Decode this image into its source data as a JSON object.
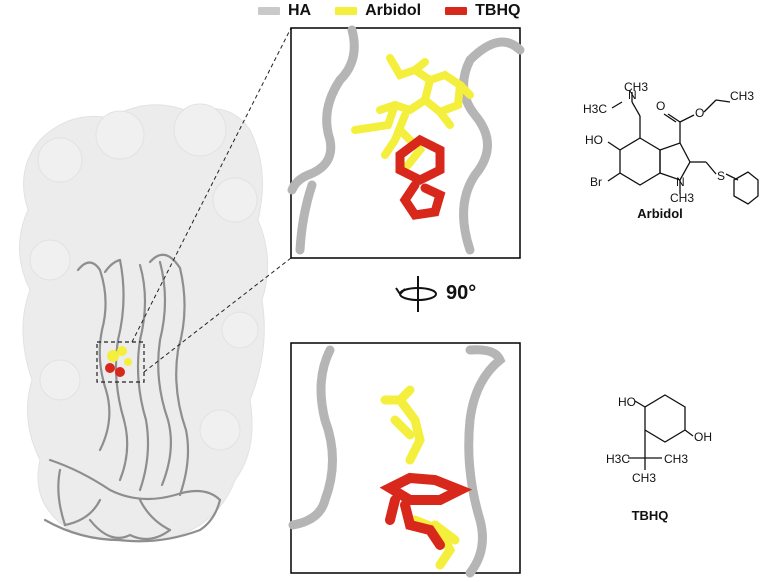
{
  "legend": [
    {
      "label": "HA",
      "color": "#c9c9c9"
    },
    {
      "label": "Arbidol",
      "color": "#f4ef3c"
    },
    {
      "label": "TBHQ",
      "color": "#d8281c"
    }
  ],
  "rotation_label": "90°",
  "molecules": {
    "arbidol": {
      "name": "Arbidol",
      "atoms": {
        "n_top": "N",
        "ch3_top": "CH3",
        "h3c_left": "H3C",
        "o_carbonyl": "O",
        "o_ester": "O",
        "ch3_ethyl": "CH3",
        "ho": "HO",
        "br": "Br",
        "n_ring": "N",
        "ch3_n": "CH3",
        "s": "S"
      }
    },
    "tbhq": {
      "name": "TBHQ",
      "atoms": {
        "ho_top": "HO",
        "oh_right": "OH",
        "h3c": "H3C",
        "ch3_right": "CH3",
        "ch3_bottom": "CH3"
      }
    }
  },
  "colors": {
    "protein": "#c9c9c9",
    "ribbon": "#9a9a9a",
    "arbidol": "#f4ef3c",
    "tbhq": "#d8281c"
  }
}
